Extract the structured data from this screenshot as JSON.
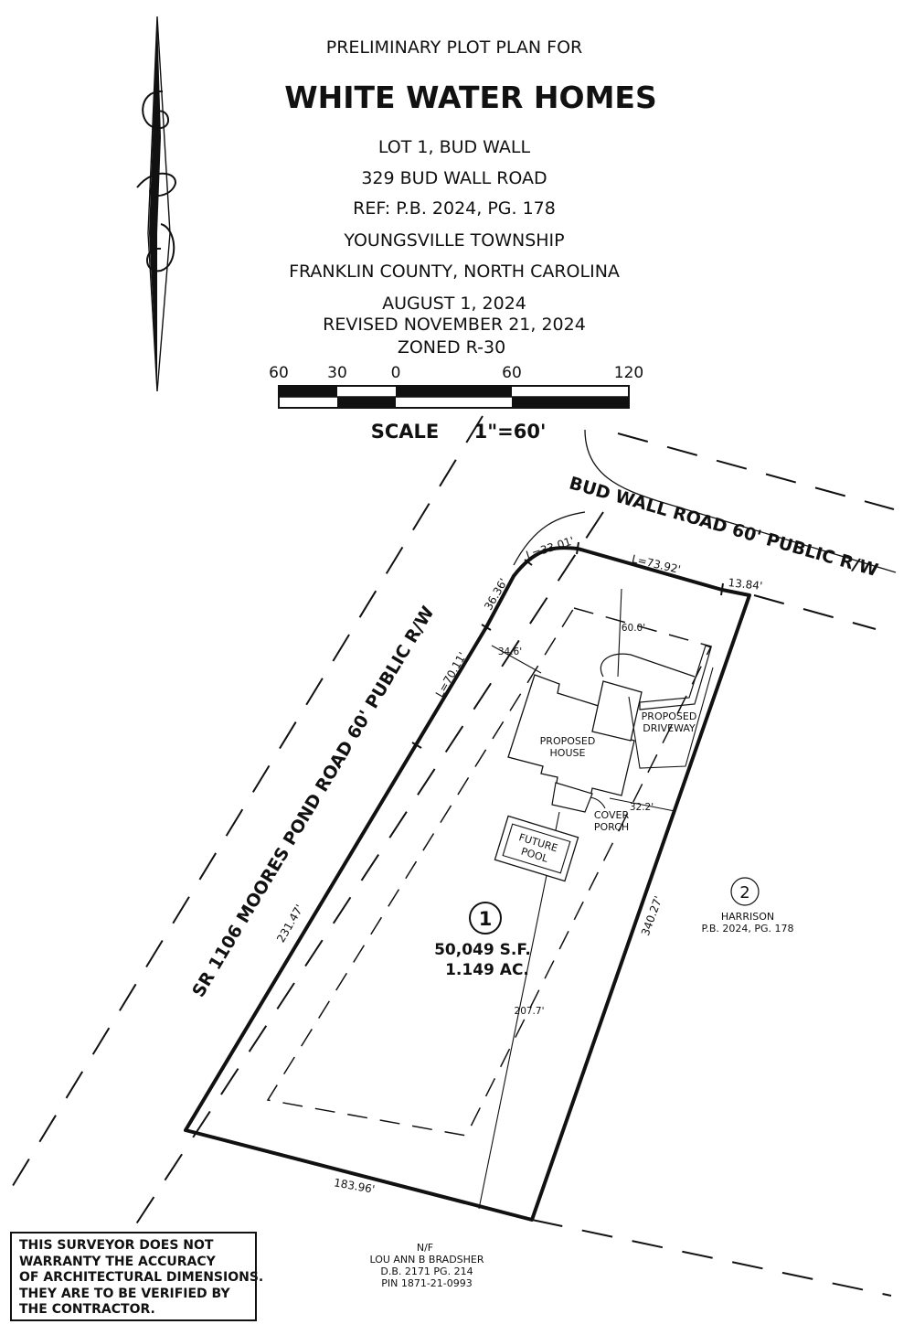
{
  "header": {
    "line1": "PRELIMINARY PLOT PLAN FOR",
    "title": "WHITE WATER HOMES",
    "lot": "LOT 1, BUD WALL",
    "address": "329 BUD WALL ROAD",
    "ref": "REF: P.B. 2024, PG. 178",
    "township": "YOUNGSVILLE TOWNSHIP",
    "county": "FRANKLIN COUNTY, NORTH CAROLINA",
    "date": "AUGUST 1, 2024",
    "revised": "REVISED NOVEMBER 21, 2024",
    "zoned": "ZONED R-30"
  },
  "scale_bar": {
    "ticks": [
      "60",
      "30",
      "0",
      "60",
      "120"
    ],
    "label": "SCALE",
    "ratio": "1\"=60'"
  },
  "roads": {
    "bud_wall": "BUD WALL ROAD 60' PUBLIC R/W",
    "moores_pond": "SR 1106 MOORES POND ROAD 60' PUBLIC R/W"
  },
  "lot": {
    "number": "1",
    "area_sf": "50,049 S.F.",
    "area_ac": "1.149 AC."
  },
  "dimensions": {
    "arc1": "L=33.01'",
    "arc2": "L=73.92'",
    "front_short": "13.84'",
    "corner": "36.36'",
    "arc3": "L=70.11'",
    "left_side": "231.47'",
    "right_side": "340.27'",
    "rear": "183.96'",
    "setback_front": "60.0'",
    "setback_side": "34.6'",
    "setback_right": "32.2'",
    "depth": "207.7'"
  },
  "features": {
    "house": [
      "PROPOSED",
      "HOUSE"
    ],
    "driveway": [
      "PROPOSED",
      "DRIVEWAY"
    ],
    "porch": [
      "COVER",
      "PORCH"
    ],
    "pool": [
      "FUTURE",
      "POOL"
    ]
  },
  "neighbors": {
    "lot2_number": "2",
    "lot2_owner": "HARRISON",
    "lot2_ref": "P.B. 2024, PG. 178",
    "rear_nf": "N/F",
    "rear_owner": "LOU ANN B BRADSHER",
    "rear_db": "D.B. 2171 PG. 214",
    "rear_pin": "PIN 1871-21-0993"
  },
  "disclaimer": [
    "THIS SURVEYOR DOES NOT",
    "WARRANTY THE ACCURACY",
    "OF ARCHITECTURAL DIMENSIONS.",
    "THEY ARE TO BE VERIFIED BY",
    "THE CONTRACTOR."
  ],
  "colors": {
    "ink": "#111111",
    "paper": "#ffffff"
  }
}
